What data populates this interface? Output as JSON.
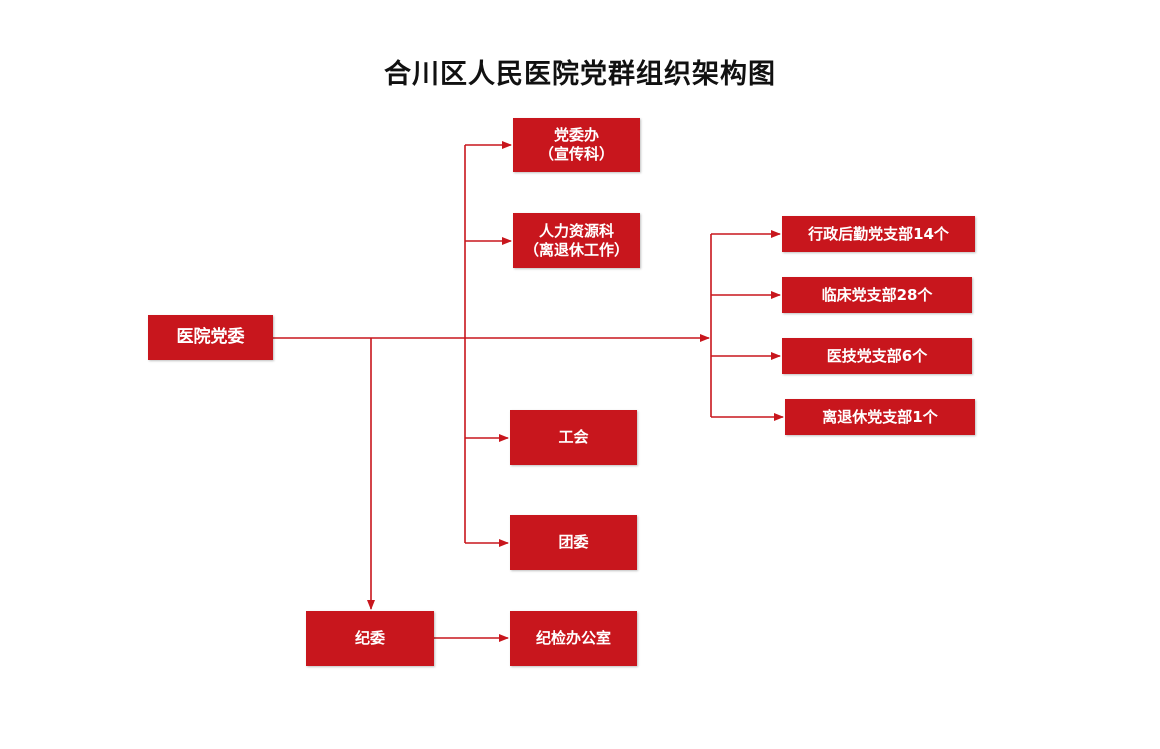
{
  "title": "合川区人民医院党群组织架构图",
  "colors": {
    "box_fill": "#c8161d",
    "line": "#c8161d",
    "text": "#ffffff"
  },
  "root": {
    "label": "医院党委"
  },
  "branches": {
    "dangweiban": {
      "line1": "党委办",
      "line2": "（宣传科）"
    },
    "renli": {
      "line1": "人力资源科",
      "line2": "（离退休工作）"
    },
    "gonghui": {
      "label": "工会"
    },
    "tuanwei": {
      "label": "团委"
    },
    "jiwei": {
      "label": "纪委"
    },
    "jijian": {
      "label": "纪检办公室"
    }
  },
  "party_branches": [
    {
      "label": "行政后勤党支部14个"
    },
    {
      "label": "临床党支部28个"
    },
    {
      "label": "医技党支部6个"
    },
    {
      "label": "离退休党支部1个"
    }
  ]
}
